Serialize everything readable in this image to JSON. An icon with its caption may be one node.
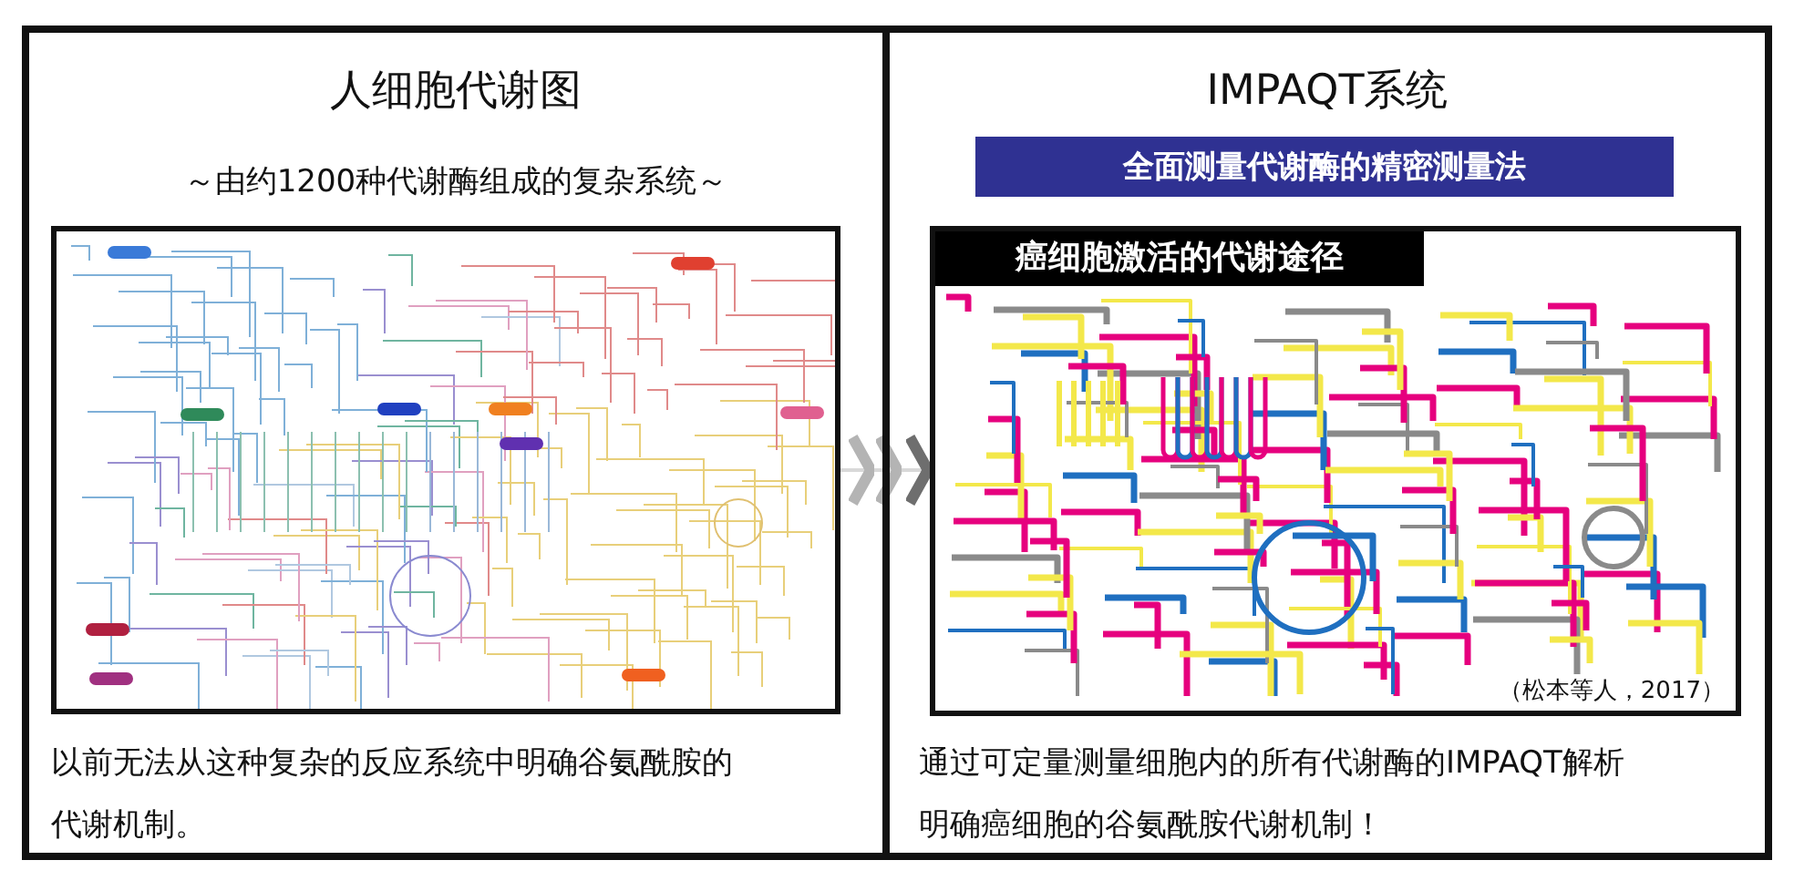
{
  "diagram": {
    "nodes": [
      {
        "text": [
          "人细胞代谢图",
          "～由约1200种代谢酶组成的复杂系统～",
          "以前无法从这种复杂的反应系统中明确谷氨酰胺的代谢机制。"
        ]
      },
      {
        "text": [],
        "shape": "picture",
        "in": 0
      },
      {
        "text": [
          "IMPAQT系统",
          "通过可定量测量细胞内的所有代谢酶的IMPAQT解析明确癌细胞的谷氨酰胺代谢机制！"
        ]
      },
      {
        "text": [
          "全面测量代谢酶的精密测量法"
        ],
        "in": 2
      },
      {
        "text": [
          "癌细胞激活的代谢途径",
          "（松本等人，2017）"
        ],
        "in": 2
      }
    ],
    "edges": [
      {
        "from": 1,
        "to": 4,
        "arrow": "to"
      }
    ]
  }
}
